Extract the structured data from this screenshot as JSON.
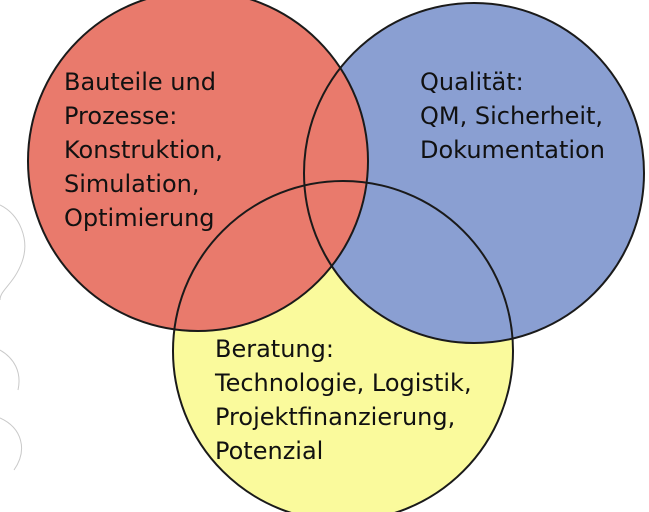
{
  "diagram": {
    "type": "venn",
    "colors": {
      "red": "#e97a6c",
      "blue": "#8a9fd2",
      "yellow": "#fafa9c",
      "outline": "#1a1a1a"
    },
    "circles": [
      {
        "id": "red",
        "lines": [
          "Bauteile und",
          "Prozesse:",
          "Konstruktion,",
          "Simulation,",
          "Optimierung"
        ]
      },
      {
        "id": "blue",
        "lines": [
          "Qualität:",
          "QM, Sicherheit,",
          "Dokumentation"
        ]
      },
      {
        "id": "yellow",
        "lines": [
          "Beratung:",
          "Technologie, Logistik,",
          "Projektfinanzierung,",
          "Potenzial"
        ]
      }
    ]
  }
}
